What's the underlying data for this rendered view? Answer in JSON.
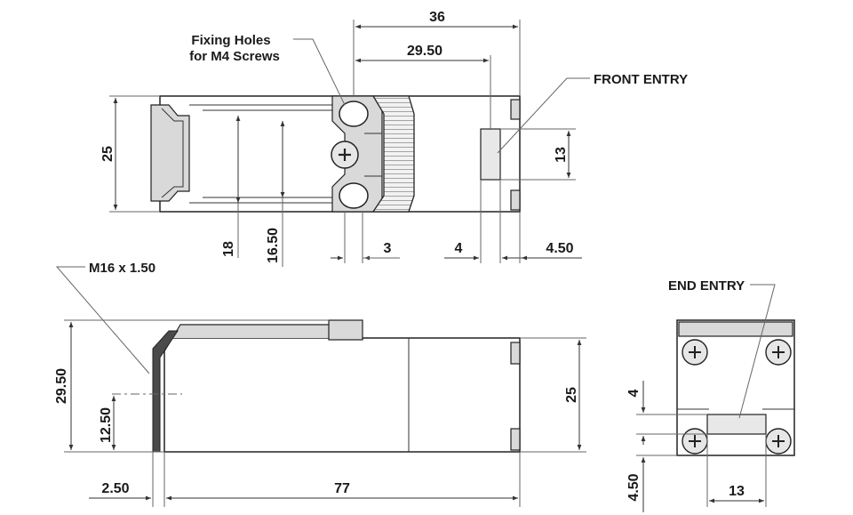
{
  "callouts": {
    "fixing_holes_line1": "Fixing Holes",
    "fixing_holes_line2": "for M4 Screws",
    "front_entry": "FRONT ENTRY",
    "thread": "M16 x 1.50",
    "end_entry": "END ENTRY"
  },
  "top_view": {
    "dim_36": "36",
    "dim_29_50": "29.50",
    "dim_25": "25",
    "dim_18": "18",
    "dim_16_50": "16.50",
    "dim_3": "3",
    "dim_4": "4",
    "dim_4_50": "4.50",
    "dim_13": "13"
  },
  "side_view": {
    "dim_29_50": "29.50",
    "dim_12_50": "12.50",
    "dim_25": "25",
    "dim_2_50": "2.50",
    "dim_77": "77"
  },
  "end_view": {
    "dim_4": "4",
    "dim_4_50": "4.50",
    "dim_13": "13"
  },
  "colors": {
    "line": "#222222",
    "face_grey": "#d9d9d9",
    "dark_part": "#4a4a4a"
  }
}
